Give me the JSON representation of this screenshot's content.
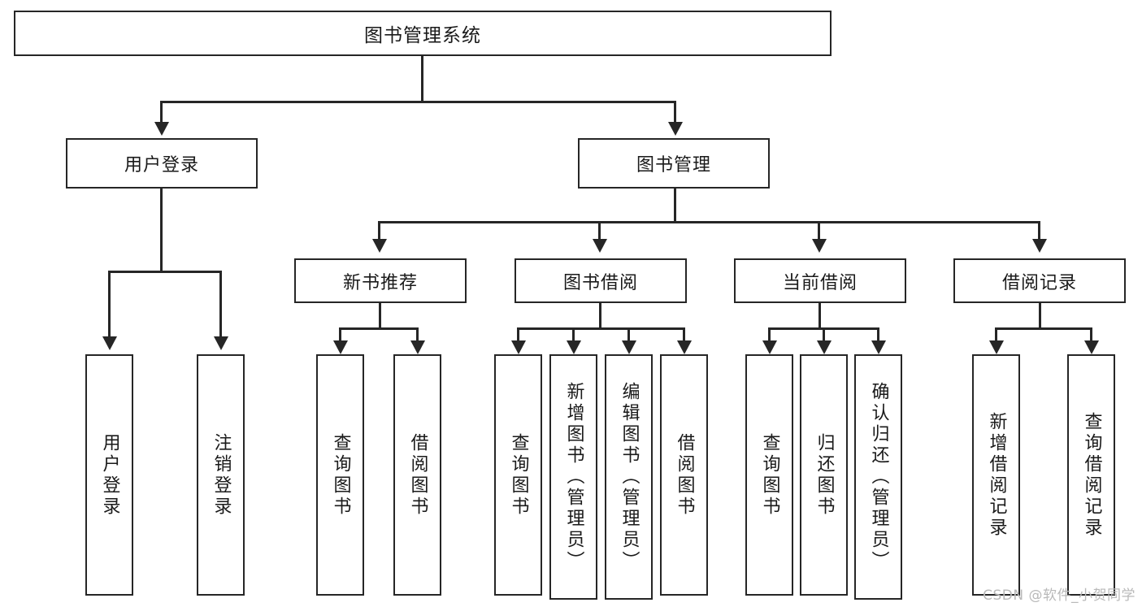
{
  "diagram": {
    "type": "tree",
    "title": "图书管理系统",
    "watermark": "CSDN @软件_小贺同学",
    "colors": {
      "stroke": "#262626",
      "fill": "#ffffff",
      "text": "#1a1a1a",
      "watermark": "#b9b9b9"
    },
    "root": {
      "label": "图书管理系统"
    },
    "level2": [
      {
        "label": "用户登录"
      },
      {
        "label": "图书管理"
      }
    ],
    "level3": [
      {
        "label": "新书推荐"
      },
      {
        "label": "图书借阅"
      },
      {
        "label": "当前借阅"
      },
      {
        "label": "借阅记录"
      }
    ],
    "leaves": {
      "user_login": [
        {
          "label": "用户登录"
        },
        {
          "label": "注销登录"
        }
      ],
      "new_book_recommend": [
        {
          "label": "查询图书"
        },
        {
          "label": "借阅图书"
        }
      ],
      "book_borrow": [
        {
          "label": "查询图书"
        },
        {
          "label": "新增图书（管理员）"
        },
        {
          "label": "编辑图书（管理员）"
        },
        {
          "label": "借阅图书"
        }
      ],
      "current_borrow": [
        {
          "label": "查询图书"
        },
        {
          "label": "归还图书"
        },
        {
          "label": "确认归还（管理员）"
        }
      ],
      "borrow_record": [
        {
          "label": "新增借阅记录"
        },
        {
          "label": "查询借阅记录"
        }
      ]
    }
  }
}
